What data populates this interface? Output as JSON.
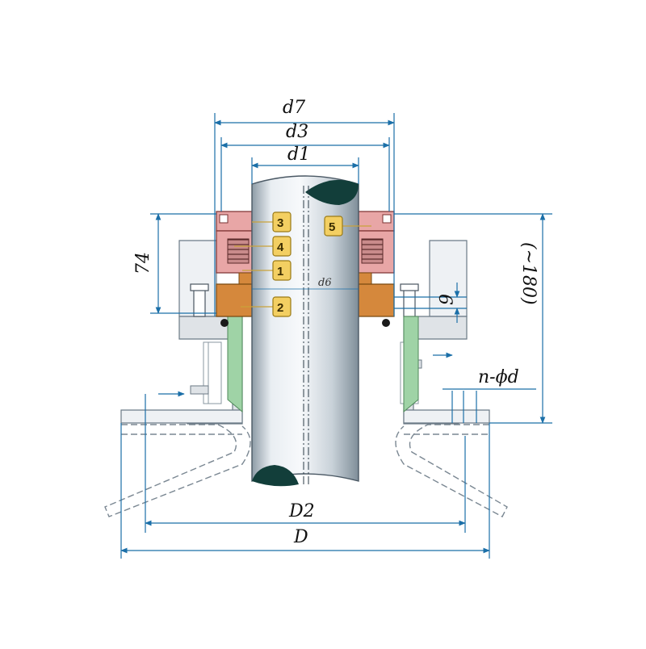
{
  "dimensions": {
    "d7": "d7",
    "d3": "d3",
    "d1": "d1",
    "d6": "d6",
    "h74": "74",
    "h180": "(~180)",
    "gap6": "6",
    "holes": "n-ϕd",
    "D2": "D2",
    "D": "D"
  },
  "callouts": [
    {
      "id": "c3",
      "label": "3"
    },
    {
      "id": "c4",
      "label": "4"
    },
    {
      "id": "c1",
      "label": "1"
    },
    {
      "id": "c2",
      "label": "2"
    },
    {
      "id": "c5",
      "label": "5"
    }
  ],
  "colors": {
    "dim_line": "#1b6fa8",
    "seal_pink": "#e8a6a6",
    "gland_orange": "#d5883c",
    "green_seal": "#9fd3a6",
    "housing_gray": "#dfe3e7",
    "housing_light": "#eef1f4",
    "shaft_light": "#e6ecf0",
    "shaft_dark": "#9aa8b2",
    "shaft_cut": "#123e3a",
    "callout_fill": "#f3cf62",
    "callout_stroke": "#9a7a16"
  }
}
